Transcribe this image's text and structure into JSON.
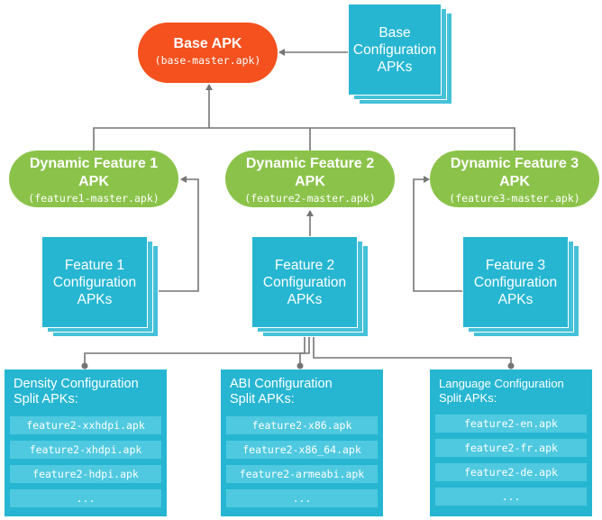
{
  "base_apk": {
    "title": "Base APK",
    "file": "(base-master.apk)"
  },
  "base_config": {
    "lines": [
      "Base",
      "Configuration",
      "APKs"
    ]
  },
  "features": [
    {
      "title": "Dynamic Feature 1",
      "sub": "APK",
      "file": "(feature1-master.apk)"
    },
    {
      "title": "Dynamic Feature 2",
      "sub": "APK",
      "file": "(feature2-master.apk)"
    },
    {
      "title": "Dynamic Feature 3",
      "sub": "APK",
      "file": "(feature3-master.apk)"
    }
  ],
  "feature_configs": [
    {
      "lines": [
        "Feature 1",
        "Configuration",
        "APKs"
      ]
    },
    {
      "lines": [
        "Feature 2",
        "Configuration",
        "APKs"
      ]
    },
    {
      "lines": [
        "Feature 3",
        "Configuration",
        "APKs"
      ]
    }
  ],
  "splits": [
    {
      "title_lines": [
        "Density Configuration",
        "Split APKs:"
      ],
      "apks": [
        "feature2-xxhdpi.apk",
        "feature2-xhdpi.apk",
        "feature2-hdpi.apk",
        "..."
      ]
    },
    {
      "title_lines": [
        "ABI Configuration",
        "Split APKs:"
      ],
      "apks": [
        "feature2-x86.apk",
        "feature2-x86_64.apk",
        "feature2-armeabi.apk",
        "..."
      ]
    },
    {
      "title_lines": [
        "Language Configuration",
        "Split APKs:"
      ],
      "apks": [
        "feature2-en.apk",
        "feature2-fr.apk",
        "feature2-de.apk",
        "..."
      ]
    }
  ],
  "colors": {
    "base": "#f4511e",
    "feature": "#8bc34a",
    "config": "#26b6d2",
    "apk_item": "#4fc9e0",
    "connector": "#757575"
  }
}
